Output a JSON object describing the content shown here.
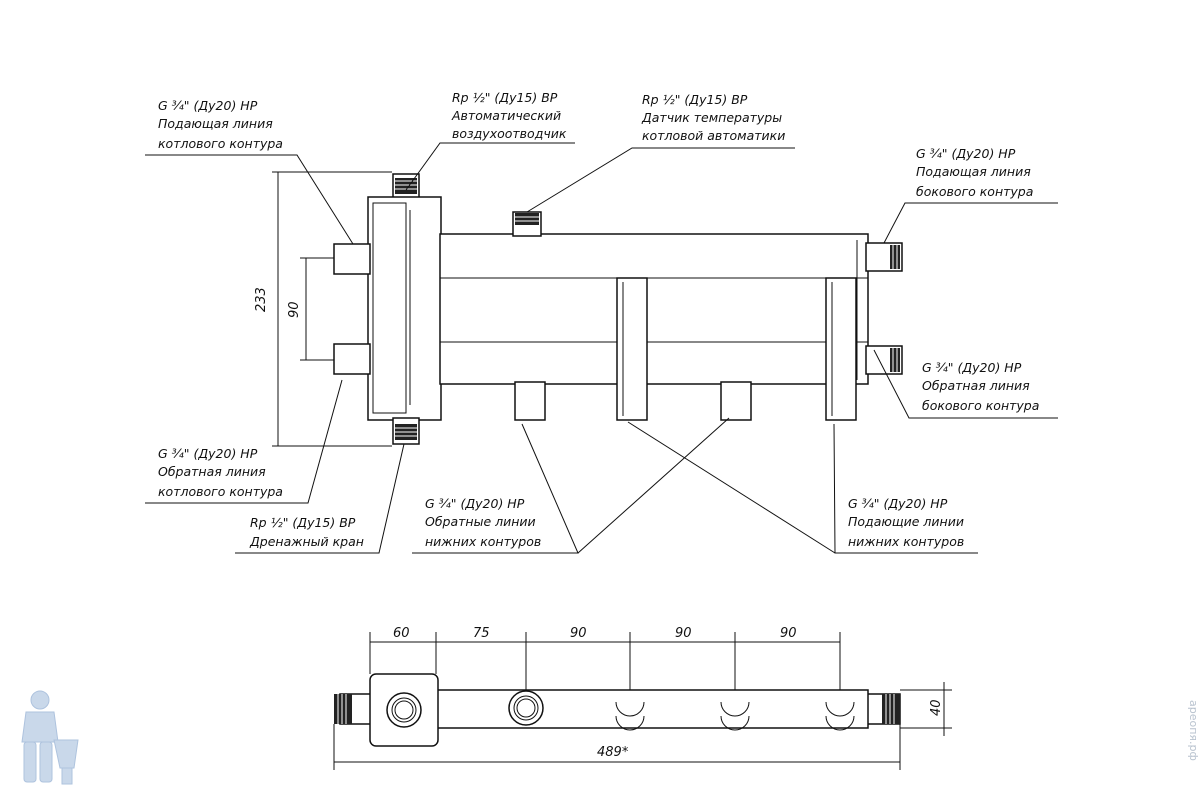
{
  "annotations": {
    "boiler_supply": {
      "line1": "G ¾\" (Ду20) НР",
      "line2": "Подающая линия",
      "line3": "котлового контура"
    },
    "air_vent": {
      "line1": "Rp ½\" (Ду15) ВР",
      "line2": "Автоматический",
      "line3": "воздухоотводчик"
    },
    "temp_sensor": {
      "line1": "Rp ½\" (Ду15) ВР",
      "line2": "Датчик температуры",
      "line3": "котловой автоматики"
    },
    "side_supply": {
      "line1": "G ¾\" (Ду20) НР",
      "line2": "Подающая линия",
      "line3": "бокового контура"
    },
    "side_return": {
      "line1": "G ¾\" (Ду20) НР",
      "line2": "Обратная линия",
      "line3": "бокового контура"
    },
    "boiler_return": {
      "line1": "G ¾\" (Ду20) НР",
      "line2": "Обратная линия",
      "line3": "котлового контура"
    },
    "drain": {
      "line1": "Rp ½\" (Ду15) ВР",
      "line2": "Дренажный кран"
    },
    "lower_returns": {
      "line1": "G ¾\" (Ду20) НР",
      "line2": "Обратные линии",
      "line3": "нижних контуров"
    },
    "lower_supplies": {
      "line1": "G ¾\" (Ду20) НР",
      "line2": "Подающие линии",
      "line3": "нижних контуров"
    }
  },
  "dimensions": {
    "height_total": "233",
    "inlet_spacing": "90",
    "seg1": "60",
    "seg2": "75",
    "seg3": "90",
    "seg4": "90",
    "seg5": "90",
    "overall_length": "489*",
    "depth": "40"
  },
  "watermark": "ареопя.рф",
  "colors": {
    "line": "#111111",
    "thread": "#222222",
    "logo": "#c9d8ea"
  }
}
